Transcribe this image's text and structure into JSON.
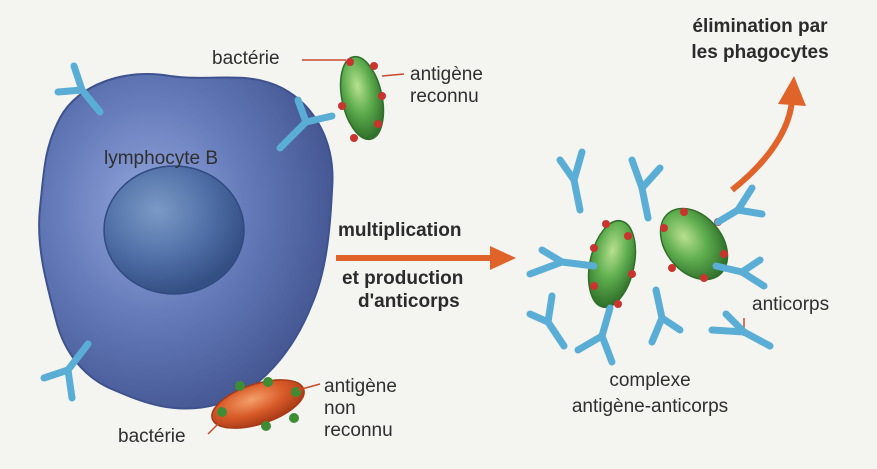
{
  "labels": {
    "lymphocyte": "lymphocyte B",
    "bacterie_top": "bactérie",
    "antigene_reconnu_1": "antigène",
    "antigene_reconnu_2": "reconnu",
    "bacterie_bottom": "bactérie",
    "antigene_non_reconnu_1": "antigène",
    "antigene_non_reconnu_2": "non",
    "antigene_non_reconnu_3": "reconnu",
    "multiplication": "multiplication",
    "production_1": "et production",
    "production_2": "d'anticorps",
    "elimination_1": "élimination par",
    "elimination_2": "les phagocytes",
    "anticorps": "anticorps",
    "complexe_1": "complexe",
    "complexe_2": "antigène-anticorps"
  },
  "colors": {
    "background": "#f4f4f1",
    "cell": "#5f78b8",
    "nucleus": "#3f5f96",
    "antibody": "#5aaed6",
    "bacteria_recognized": "#4f9a45",
    "bacteria_unrecognized": "#d5582a",
    "antigen_red": "#c9342e",
    "antigen_green": "#3e8d34",
    "arrow": "#e0642a"
  }
}
